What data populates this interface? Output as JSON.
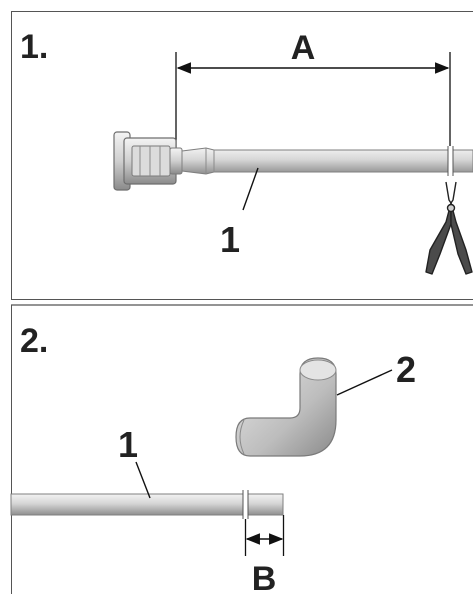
{
  "panels": [
    {
      "number": "1.",
      "dimension_label": "A",
      "callouts": [
        "1"
      ]
    },
    {
      "number": "2.",
      "dimension_label": "B",
      "callouts": [
        "1",
        "2"
      ]
    }
  ],
  "colors": {
    "frame": "#555555",
    "tube_light": "#e6e6e6",
    "tube_mid": "#bdbdbd",
    "tube_dark": "#8c8c8c",
    "label": "#222222"
  },
  "icons": {
    "tool": "side-cutter-pliers-icon",
    "fitting": "connector-fitting",
    "elbow": "elbow-fitting"
  }
}
